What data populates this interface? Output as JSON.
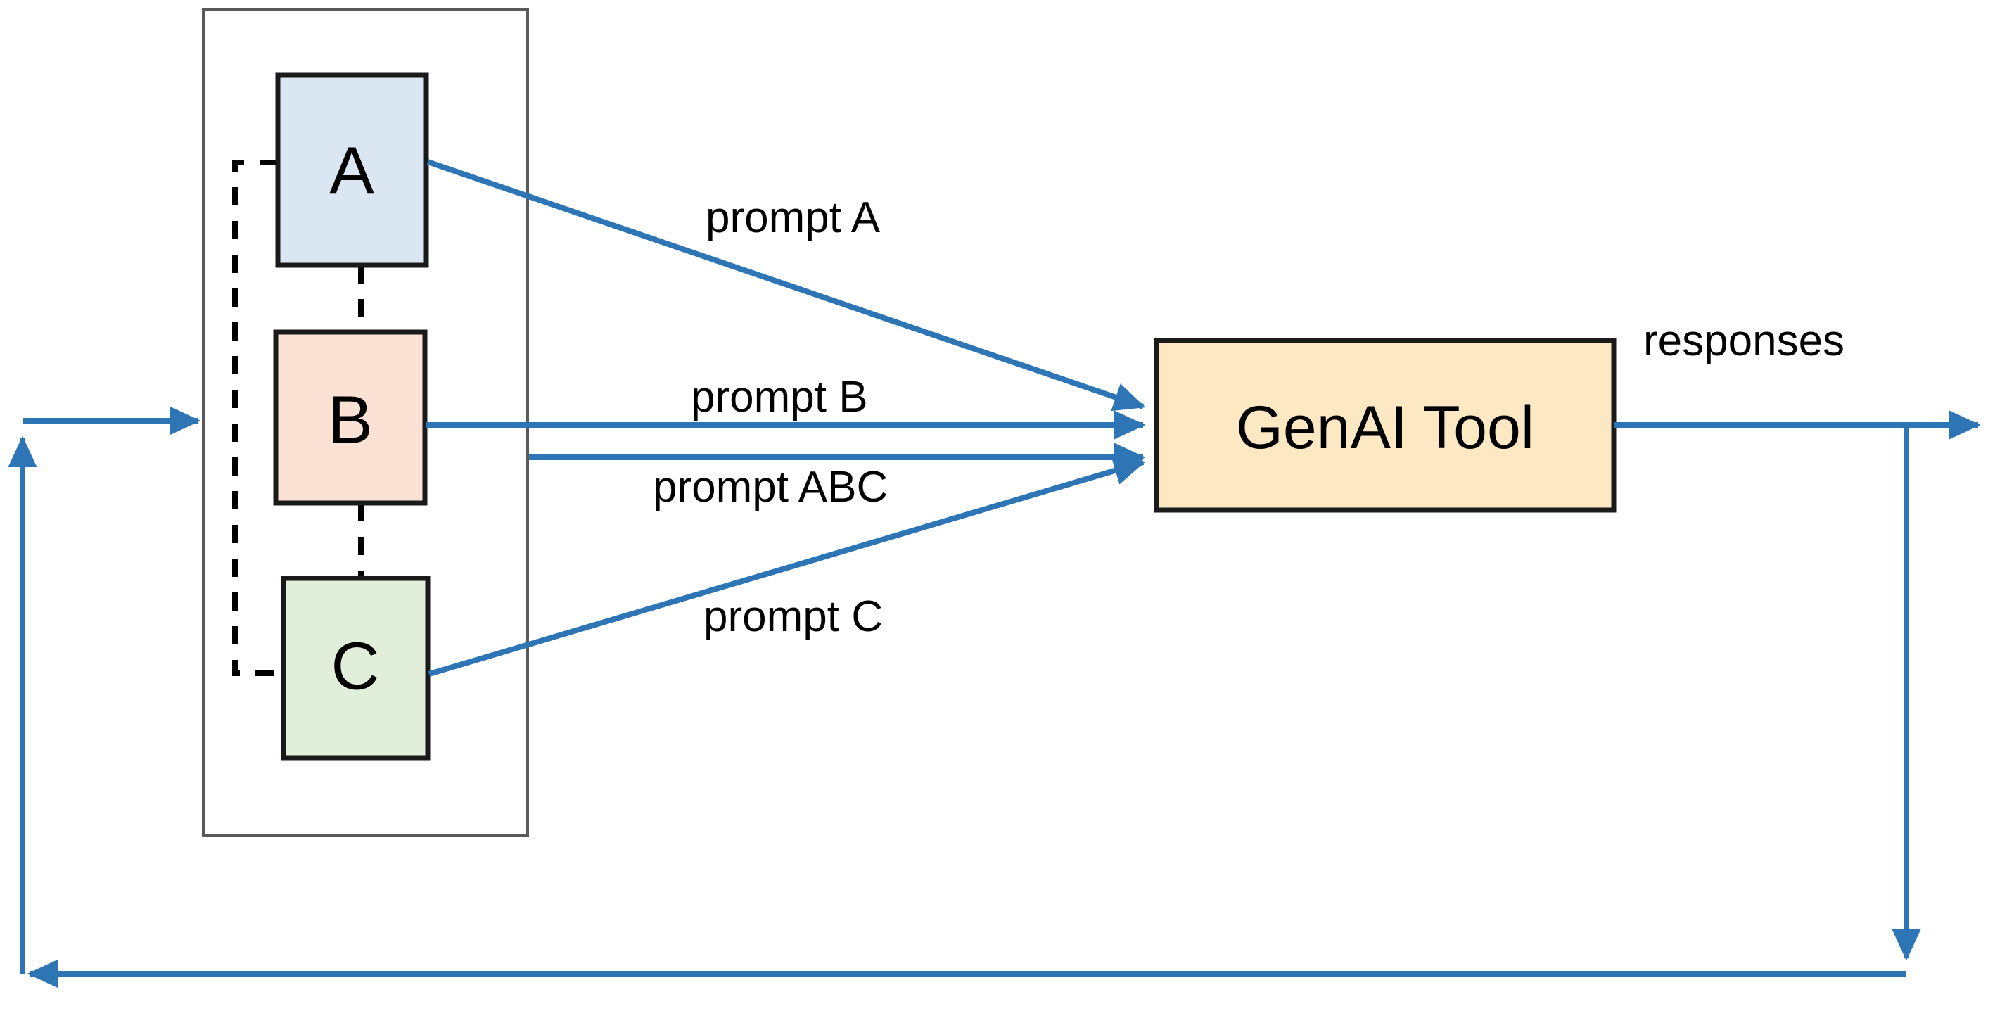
{
  "diagram": {
    "type": "flow-diagram",
    "title": "",
    "background": "#ffffff",
    "colors": {
      "arrow_blue": "#2E75B6",
      "box_border": "#1A1A1A",
      "container_border": "#595959",
      "node_a_fill": "#DAE6F2",
      "node_b_fill": "#FBE2D5",
      "node_c_fill": "#E1EFDA",
      "tool_fill": "#FCE9C4",
      "text": "#000000"
    },
    "group_container": {
      "name": "document-group",
      "label": ""
    },
    "nodes": [
      {
        "id": "A",
        "label": "A",
        "fill": "#DAE6F2"
      },
      {
        "id": "B",
        "label": "B",
        "fill": "#FBE2D5"
      },
      {
        "id": "C",
        "label": "C",
        "fill": "#E1EFDA"
      },
      {
        "id": "tool",
        "label": "GenAI Tool",
        "fill": "#FCE9C4"
      }
    ],
    "edges": [
      {
        "id": "prompt-a",
        "label": "prompt A",
        "from": "A",
        "to": "tool",
        "style": "solid",
        "color": "#2E75B6"
      },
      {
        "id": "prompt-b",
        "label": "prompt B",
        "from": "B",
        "to": "tool",
        "style": "solid",
        "color": "#2E75B6"
      },
      {
        "id": "prompt-abc",
        "label": "prompt ABC",
        "from": "document-group",
        "to": "tool",
        "style": "solid",
        "color": "#2E75B6"
      },
      {
        "id": "prompt-c",
        "label": "prompt C",
        "from": "C",
        "to": "tool",
        "style": "solid",
        "color": "#2E75B6"
      },
      {
        "id": "responses",
        "label": "responses",
        "from": "tool",
        "to": "output",
        "style": "solid",
        "color": "#2E75B6"
      },
      {
        "id": "feedback-loop",
        "label": "",
        "from": "output",
        "to": "document-group",
        "style": "solid",
        "color": "#2E75B6"
      },
      {
        "id": "link-a-b",
        "label": "",
        "from": "A",
        "to": "B",
        "style": "dashed",
        "color": "#000000"
      },
      {
        "id": "link-b-c",
        "label": "",
        "from": "B",
        "to": "C",
        "style": "dashed",
        "color": "#000000"
      },
      {
        "id": "link-a-c-side",
        "label": "",
        "from": "A",
        "to": "C",
        "style": "dashed",
        "color": "#000000"
      }
    ],
    "labels": {
      "prompt_a": "prompt A",
      "prompt_b": "prompt B",
      "prompt_abc": "prompt ABC",
      "prompt_c": "prompt C",
      "responses": "responses",
      "node_a": "A",
      "node_b": "B",
      "node_c": "C",
      "tool": "GenAI Tool"
    }
  }
}
